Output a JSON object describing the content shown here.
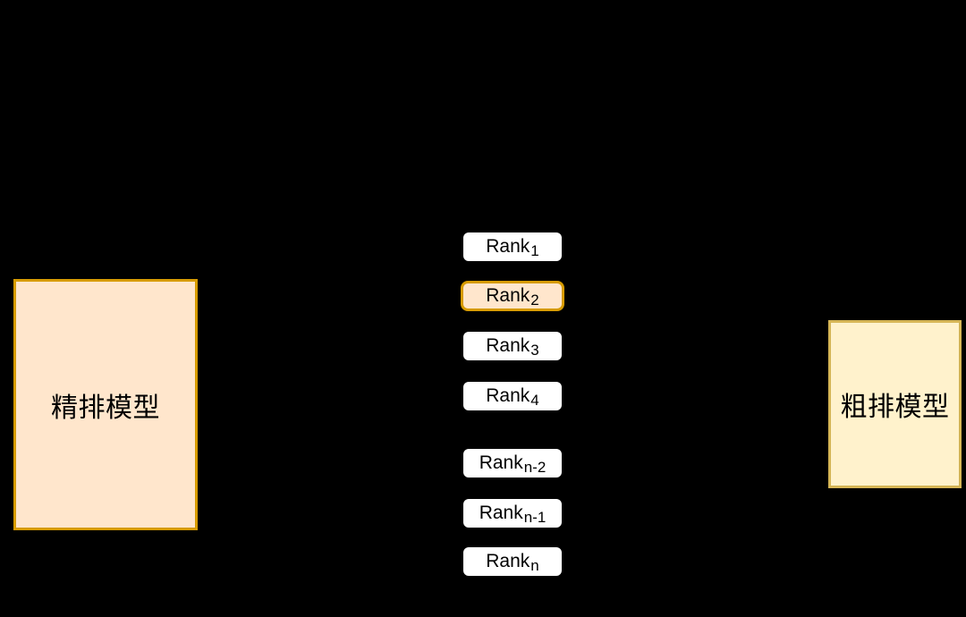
{
  "background_color": "#000000",
  "left_box": {
    "label": "精排模型",
    "fill": "#FFE6CC",
    "stroke": "#D79B00",
    "text_color": "#000000"
  },
  "right_box": {
    "label": "粗排模型",
    "fill": "#FFF2CC",
    "stroke": "#D6B656",
    "text_color": "#000000"
  },
  "rank_column": {
    "item_fill": "#FFFFFF",
    "highlight_fill": "#FFE6CC",
    "highlight_stroke": "#D79B00",
    "text_color": "#000000",
    "items": [
      {
        "base": "Rank",
        "sub": "1",
        "highlighted": false
      },
      {
        "base": "Rank",
        "sub": "2",
        "highlighted": true
      },
      {
        "base": "Rank",
        "sub": "3",
        "highlighted": false
      },
      {
        "base": "Rank",
        "sub": "4",
        "highlighted": false
      },
      {
        "base": "Rank",
        "sub": "n-2",
        "highlighted": false
      },
      {
        "base": "Rank",
        "sub": "n-1",
        "highlighted": false
      },
      {
        "base": "Rank",
        "sub": "n",
        "highlighted": false
      }
    ]
  }
}
